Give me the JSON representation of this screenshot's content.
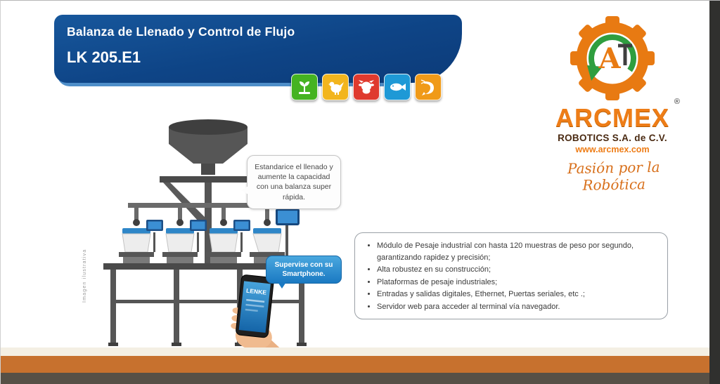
{
  "header": {
    "title": "Balanza de Llenado y Control de Flujo",
    "model": "LK 205.E1"
  },
  "industry_icons": [
    {
      "name": "agriculture-icon",
      "color": "#45b321"
    },
    {
      "name": "poultry-icon",
      "color": "#f2b51d"
    },
    {
      "name": "cattle-icon",
      "color": "#df3a2e"
    },
    {
      "name": "fish-icon",
      "color": "#1e99d6"
    },
    {
      "name": "shrimp-icon",
      "color": "#f09a18"
    }
  ],
  "illustration": {
    "bubble_standardize": "Estandarice el llenado y aumente la capacidad con una balanza super rápida.",
    "bubble_smartphone": "Supervise con su Smartphone.",
    "phone_brand": "LENKE",
    "caption_vertical": "Imagen ilustrativa"
  },
  "logo": {
    "brand": "ARCMEX",
    "subtitle": "ROBOTICS S.A. de C.V.",
    "website": "www.arcmex.com",
    "registered": "®",
    "tagline": "Pasión por la Robótica"
  },
  "features": {
    "items": [
      "Módulo de Pesaje industrial con hasta 120 muestras de peso por segundo, garantizando rapidez y precisión;",
      "Alta robustez en su construcción;",
      "Plataformas de pesaje industriales;",
      "Entradas y salidas digitales, Ethernet, Puertas seriales, etc .;",
      "Servidor web para acceder al terminal vía navegador."
    ]
  },
  "colors": {
    "banner_blue": "#0e4486",
    "banner_light_blue": "#4e8ec9",
    "brand_orange": "#ee7d17",
    "band_orange": "#c7712e",
    "band_brown": "#575046",
    "phone_screen_blue": "#2f8fd0"
  }
}
